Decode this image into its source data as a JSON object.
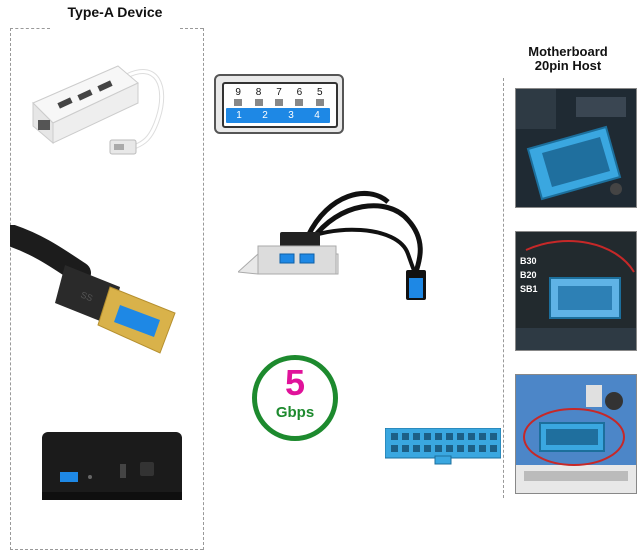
{
  "left_title": "Type-A Device",
  "right_title_line1": "Motherboard",
  "right_title_line2": "20pin Host",
  "usb_pins_top": [
    "9",
    "8",
    "7",
    "6",
    "5"
  ],
  "usb_pins_bottom": [
    "1",
    "2",
    "3",
    "4"
  ],
  "speed_number": "5",
  "speed_unit": "Gbps",
  "mb_label_1": "B30",
  "mb_label_2": "B20",
  "mb_label_3": "SB1",
  "colors": {
    "usb3_blue": "#1e88e5",
    "header_blue": "#3aa7e0",
    "badge_ring": "#1d8a2e",
    "badge_number": "#e0129a"
  }
}
